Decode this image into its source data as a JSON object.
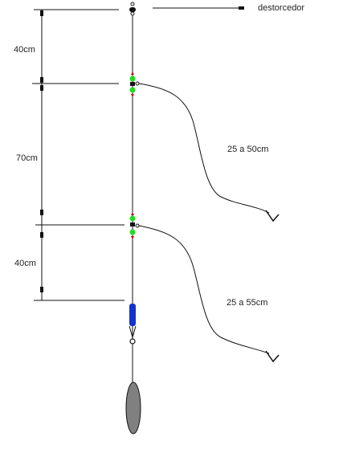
{
  "labels": {
    "swivel": "destorcedor",
    "segment_top": "40cm",
    "segment_middle": "70cm",
    "segment_bottom": "40cm",
    "leader_upper": "25 a 50cm",
    "leader_lower": "25 a 55cm"
  },
  "colors": {
    "line": "#111111",
    "bead": "#22dd22",
    "stopper": "#cc0000",
    "float_body": "#1133cc",
    "sinker": "#808080",
    "background": "#ffffff"
  },
  "icons": {
    "swivel": "swivel-icon",
    "hook": "hook-icon",
    "sinker": "sinker-icon",
    "float": "float-icon"
  }
}
